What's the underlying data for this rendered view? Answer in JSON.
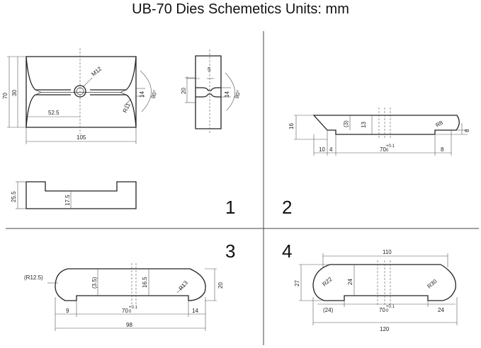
{
  "title": "UB-70 Dies Schemetics Units: mm",
  "quadrant_numbers": [
    "1",
    "2",
    "3",
    "4"
  ],
  "q1": {
    "front_labels": {
      "height_70": "70",
      "height_30": "30",
      "thread_m12": "M12",
      "radius": "R11",
      "depth_14": "14",
      "angle": "90°",
      "half_width": "52.5",
      "width": "105"
    },
    "side_labels": {
      "width_5": "5",
      "height_20": "20",
      "depth_14": "14",
      "angle": "90°"
    },
    "bottom_labels": {
      "height_25_5": "25.5",
      "depth_17_5": "17.5"
    }
  },
  "q2": {
    "labels": {
      "h16": "16",
      "h3": "(3)",
      "h13": "13",
      "r8": "R8",
      "h8": "8",
      "d10": "10",
      "d4": "4",
      "d70": "70",
      "tol_plus": "+0.1",
      "tol_zero": "0",
      "d8": "8"
    }
  },
  "q3": {
    "labels": {
      "r12_5": "(R12.5)",
      "h3_5": "(3.5)",
      "h16_5": "16.5",
      "r13": "R13",
      "h20": "20",
      "d9": "9",
      "d70": "70",
      "tol_plus": "+0.1",
      "tol_zero": "0",
      "d14": "14",
      "d98": "98"
    }
  },
  "q4": {
    "labels": {
      "d110": "110",
      "h27": "27",
      "r22": "R22",
      "h24": "24",
      "r30": "R30",
      "d24_ref": "(24)",
      "d70": "70",
      "tol_plus": "+0.1",
      "tol_zero": "0",
      "d24": "24",
      "d120": "120"
    }
  }
}
